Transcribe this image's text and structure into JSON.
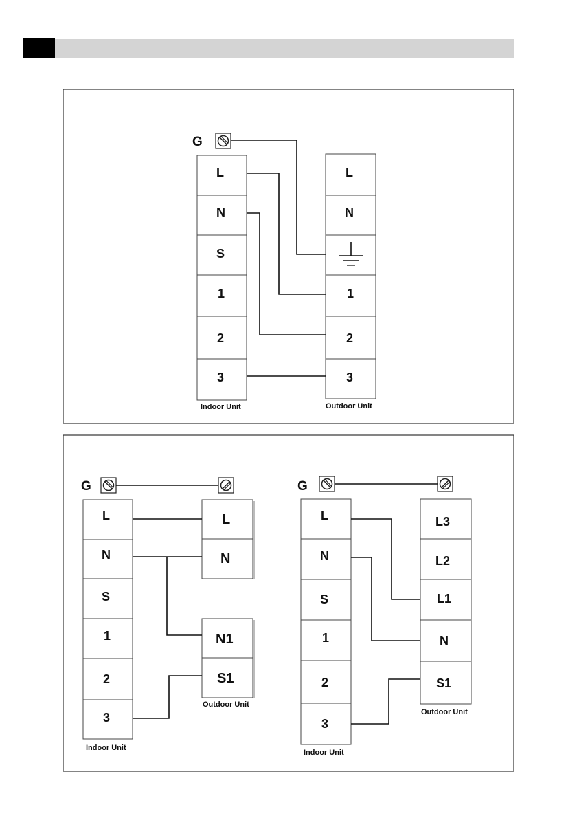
{
  "diagram1": {
    "ground_label": "G",
    "indoor_terminals": [
      "L",
      "N",
      "S",
      "1",
      "2",
      "3"
    ],
    "outdoor_terminals": [
      "L",
      "N",
      "",
      "1",
      "2",
      "3"
    ],
    "outdoor_ground_symbol": "earth-icon",
    "indoor_caption": "Indoor Unit",
    "outdoor_caption": "Outdoor Unit"
  },
  "diagram2": {
    "ground_label": "G",
    "indoor_terminals": [
      "L",
      "N",
      "S",
      "1",
      "2",
      "3"
    ],
    "outdoor_top_terminals": [
      "L",
      "N"
    ],
    "outdoor_bottom_terminals": [
      "N1",
      "S1"
    ],
    "indoor_caption": "Indoor Unit",
    "outdoor_caption": "Outdoor Unit"
  },
  "diagram3": {
    "ground_label": "G",
    "indoor_terminals": [
      "L",
      "N",
      "S",
      "1",
      "2",
      "3"
    ],
    "outdoor_terminals": [
      "L3",
      "L2",
      "L1",
      "N",
      "S1"
    ],
    "indoor_caption": "Indoor Unit",
    "outdoor_caption": "Outdoor Unit"
  }
}
